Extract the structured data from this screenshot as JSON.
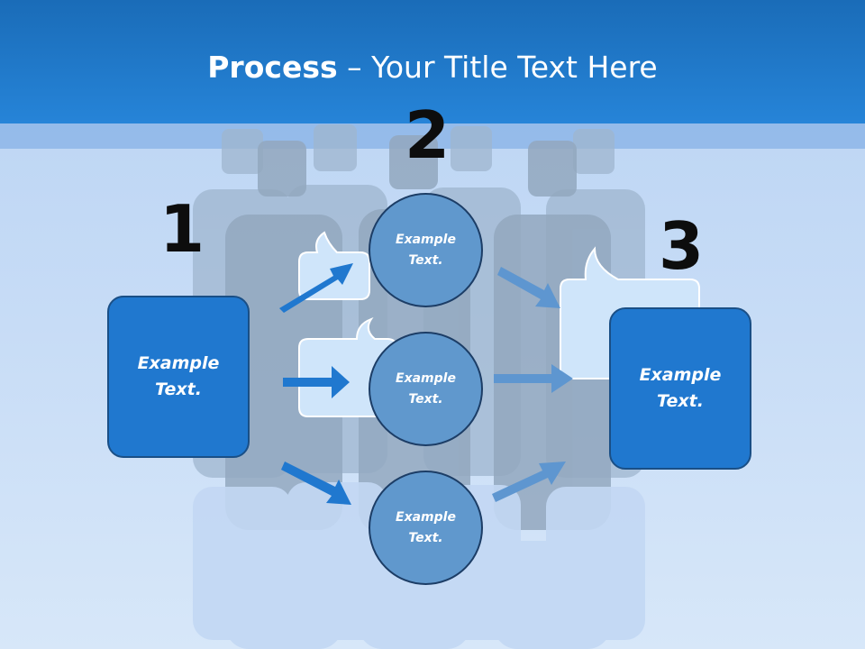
{
  "header": {
    "title_bold": "Process",
    "title_rest": " – Your Title Text Here"
  },
  "steps": {
    "step1": "1",
    "step2": "2",
    "step3": "3"
  },
  "boxes": {
    "left": "Example\nText.",
    "right": "Example\nText."
  },
  "circles": {
    "top": "Example\nText.",
    "middle": "Example\nText.",
    "bottom": "Example\nText."
  },
  "colors": {
    "header": "#2078cf",
    "box_fill": "#2078cf",
    "circle_fill": "#6098cd",
    "arrow_dark": "#2078cf",
    "arrow_light": "#5e96d0"
  }
}
